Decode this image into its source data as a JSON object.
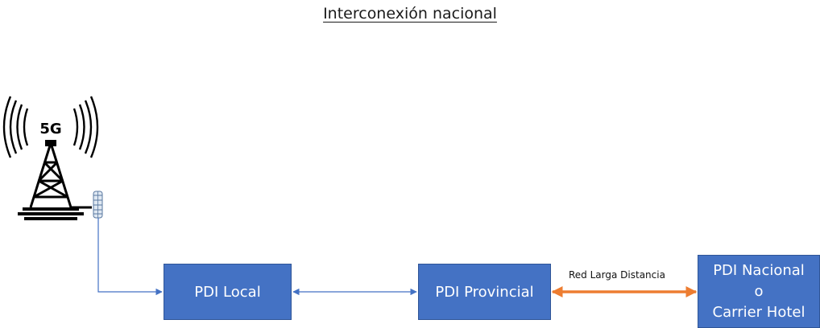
{
  "title": "Interconexión nacional",
  "tower": {
    "badge": "5G",
    "icon": "5g-tower-icon"
  },
  "nodes": {
    "local": {
      "label": "PDI Local"
    },
    "provincial": {
      "label": "PDI Provincial"
    },
    "nacional": {
      "lines": [
        "PDI Nacional",
        "o",
        "Carrier Hotel"
      ]
    }
  },
  "links": {
    "long_distance_label": "Red Larga Distancia"
  },
  "colors": {
    "box_fill": "#4472c4",
    "box_text": "#ffffff",
    "connector_blue": "#4472c4",
    "connector_orange": "#ed7d31"
  }
}
